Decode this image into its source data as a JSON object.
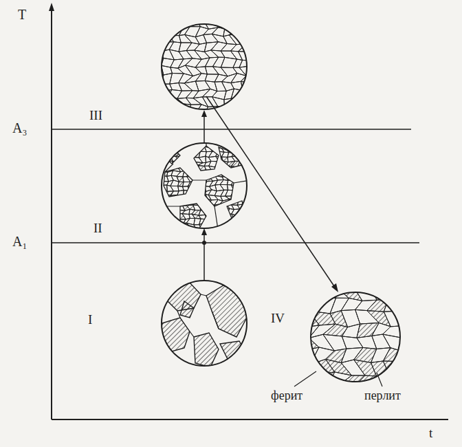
{
  "diagram": {
    "labels": [
      "T",
      "A₃",
      "III",
      "A₁",
      "II",
      "I",
      "IV",
      "ферит",
      "перлит",
      "t"
    ]
  }
}
